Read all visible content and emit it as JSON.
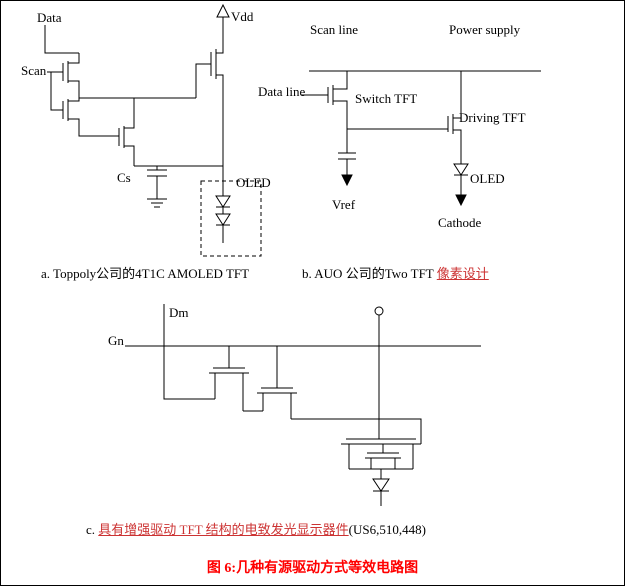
{
  "figure": {
    "caption": "图 6:几种有源驱动方式等效电路图"
  },
  "circuit_a": {
    "caption": "a. Toppoly公司的4T1C AMOLED TFT",
    "labels": {
      "data": "Data",
      "vdd": "Vdd",
      "scan": "Scan",
      "cs": "Cs",
      "oled": "OLED"
    }
  },
  "circuit_b": {
    "caption_text": "b. AUO 公司的Two TFT ",
    "caption_link": "像素设计",
    "labels": {
      "scan_line": "Scan line",
      "power_supply": "Power supply",
      "data_line": "Data line",
      "switch_tft": "Switch TFT",
      "driving_tft": "Driving TFT",
      "vref": "Vref",
      "oled": "OLED",
      "cathode": "Cathode"
    }
  },
  "circuit_c": {
    "caption_prefix": "c. ",
    "caption_link": "具有增强驱动 TFT 结构的电致发光显示器件",
    "caption_suffix": "(US6,510,448)",
    "labels": {
      "dm": "Dm",
      "gn": "Gn"
    }
  },
  "colors": {
    "link_red": "#cc3333",
    "caption_red": "#ff0000",
    "wire_black": "#000000"
  }
}
